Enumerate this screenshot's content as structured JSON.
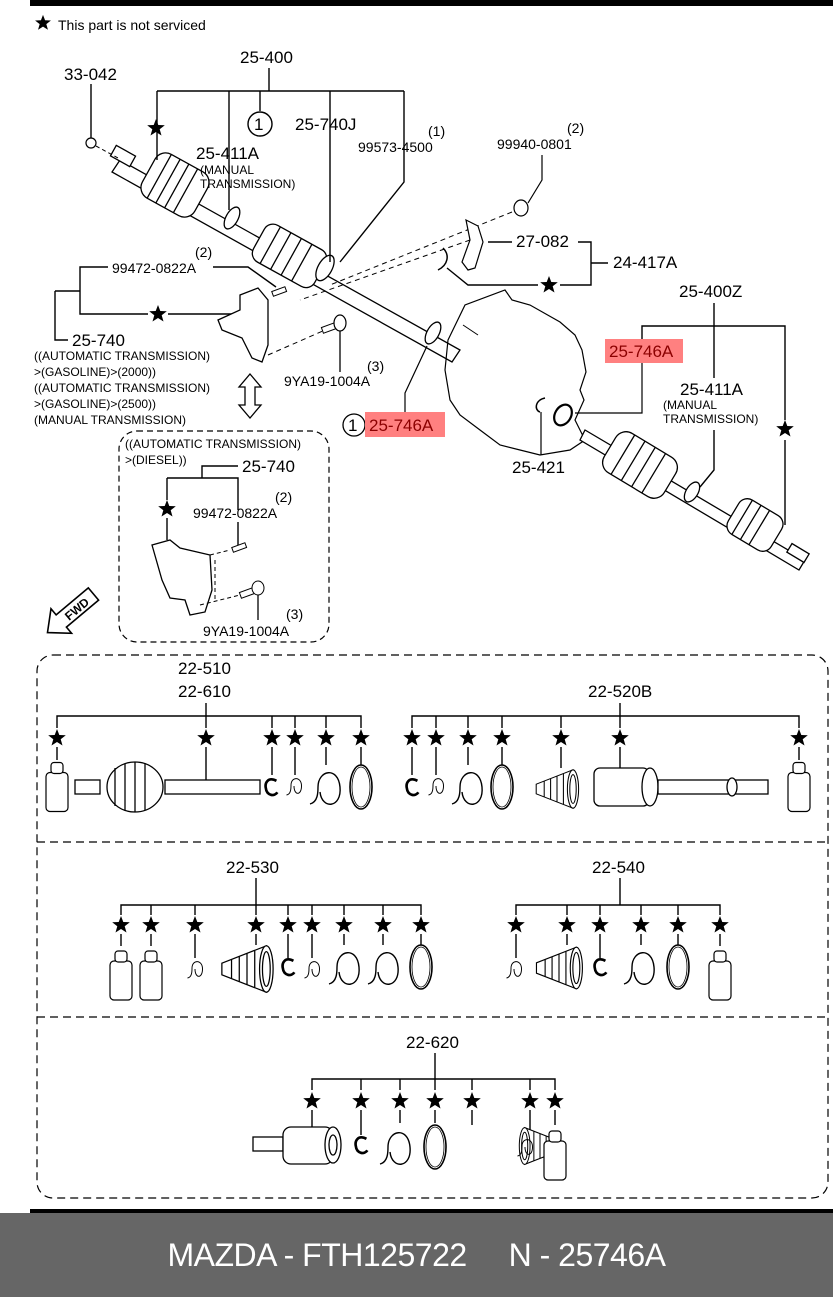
{
  "legend": {
    "star_meaning": "This part is not serviced",
    "icon": "star-icon"
  },
  "colors": {
    "highlight_bg": "#ff8080",
    "highlight_text": "#8b0000",
    "footer_bg": "#666666",
    "footer_text": "#ffffff"
  },
  "upper": {
    "assembly_left": "25-400",
    "assembly_right": "25-400Z",
    "washer": "33-042",
    "circle_ref": "1",
    "boot_left": "25-411A",
    "boot_left_note_1": "(MANUAL",
    "boot_left_note_2": "TRANSMISSION)",
    "joint": "25-740J",
    "clip": {
      "part": "99573-4500",
      "qty": "(1)"
    },
    "nut": {
      "part": "99940-0801",
      "qty": "(2)"
    },
    "bracket": "27-082",
    "bearing_set": "24-417A",
    "bolt_a": {
      "part": "99472-0822A",
      "qty": "(2)"
    },
    "bracket_assy": "25-740",
    "bracket_notes": [
      "((AUTOMATIC TRANSMISSION)",
      ">(GASOLINE)>(2000))",
      "((AUTOMATIC TRANSMISSION)",
      ">(GASOLINE)>(2500))",
      "(MANUAL TRANSMISSION)"
    ],
    "bolt_b": {
      "part": "9YA19-1004A",
      "qty": "(3)"
    },
    "seal_left": "25-746A",
    "seal_right": "25-746A",
    "snap_ring": "25-421",
    "boot_right": "25-411A",
    "boot_right_note_1": "(MANUAL",
    "boot_right_note_2": "TRANSMISSION)"
  },
  "diesel_inset": {
    "note_1": "((AUTOMATIC TRANSMISSION)",
    "note_2": ">(DIESEL))",
    "bracket_assy": "25-740",
    "bolt_a": {
      "part": "99472-0822A",
      "qty": "(2)"
    },
    "bolt_b": {
      "part": "9YA19-1004A",
      "qty": "(3)"
    }
  },
  "fwd_arrow": "FWD",
  "kits": [
    {
      "labels": [
        "22-510",
        "22-610"
      ],
      "stars": 6
    },
    {
      "labels": [
        "22-520B"
      ],
      "stars": 7
    },
    {
      "labels": [
        "22-530"
      ],
      "stars": 9
    },
    {
      "labels": [
        "22-540"
      ],
      "stars": 6
    },
    {
      "labels": [
        "22-620"
      ],
      "stars": 7
    }
  ],
  "footer": {
    "text": "MAZDA - FTH125722     N - 25746A"
  }
}
